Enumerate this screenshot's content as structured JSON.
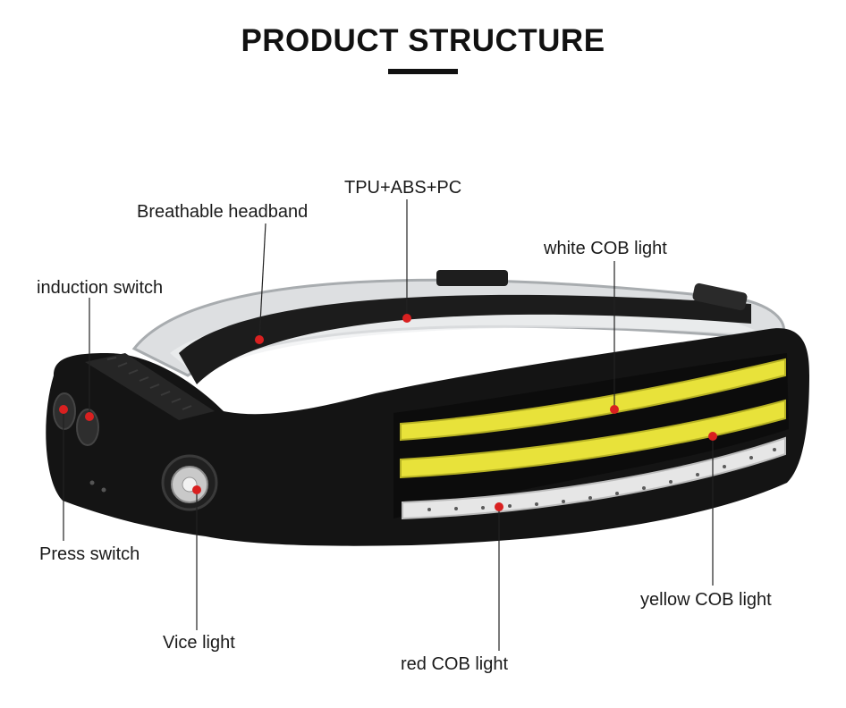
{
  "title": "PRODUCT STRUCTURE",
  "labels": {
    "material": "TPU+ABS+PC",
    "headband": "Breathable headband",
    "induction_switch": "induction switch",
    "white_cob": "white COB light",
    "press_switch": "Press switch",
    "vice_light": "Vice light",
    "red_cob": "red COB light",
    "yellow_cob": "yellow COB light"
  },
  "colors": {
    "marker": "#d92020",
    "body": "#141414",
    "yellow_strip": "#e8e23a",
    "white_strip": "#e6e6e6",
    "band_clear": "#d8dadc"
  }
}
